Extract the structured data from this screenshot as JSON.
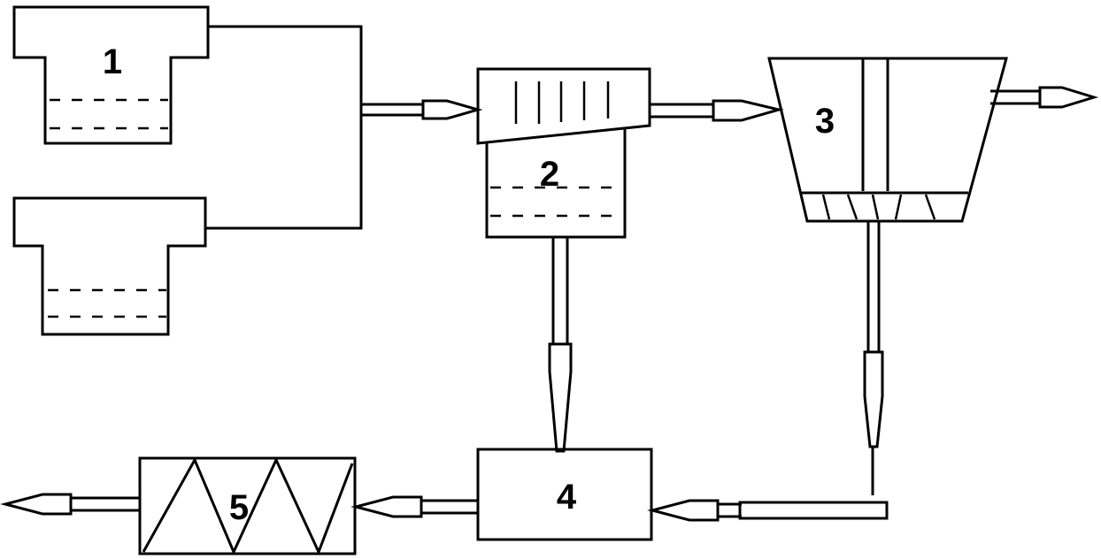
{
  "diagram": {
    "labels": {
      "tank_1": "1",
      "unit_2": "2",
      "unit_3": "3",
      "unit_4": "4",
      "unit_5": "5"
    },
    "colors": {
      "stroke": "#000000",
      "background": "#ffffff"
    }
  }
}
